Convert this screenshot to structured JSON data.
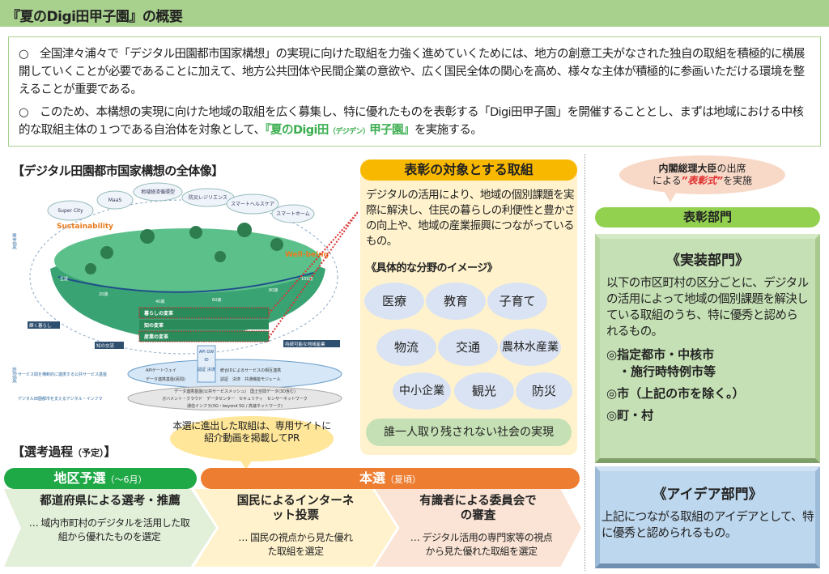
{
  "header": {
    "title": "『夏のDigi田甲子園』の概要"
  },
  "intro": {
    "p1": "○　全国津々浦々で「デジタル田園都市国家構想」の実現に向けた取組を力強く進めていくためには、地方の創意工夫がなされた独自の取組を積極的に横展開していくことが必要であることに加えて、地方公共団体や民間企業の意欲や、広く国民全体の関心を高め、様々な主体が積極的に参画いただける環境を整えることが重要である。",
    "p2a": "○　このため、本構想の実現に向けた地域の取組を広く募集し、特に優れたものを表彰する「Digi田甲子園」を開催することとし、まずは地域における中核的な取組主体の１つである自治体を対象として、",
    "p2b": "『夏のDigi田",
    "p2ruby": "（デジデン）",
    "p2c": "甲子園』",
    "p2d": "を実施する。"
  },
  "vision": {
    "title": "【デジタル田園都市国家構想の全体像】",
    "clouds": [
      "Super City",
      "MaaS",
      "地域経済循環型",
      "防災レジリエンス",
      "スマートヘルスケア",
      "スマートホーム"
    ],
    "sustainability": "Sustainability",
    "wellbeing": "Well-being",
    "ages": [
      "生誕",
      "20歳",
      "40歳",
      "60歳",
      "80歳",
      "100歳"
    ],
    "bands": [
      "暮らしの変革",
      "知の変革",
      "産業の変革"
    ],
    "side_left": "輝く暮らし",
    "side_mid": "知の交流",
    "side_right": "持続可能な地域産業",
    "side_label_top": "競争領域",
    "side_label_bottom": "協調領域",
    "platform_left": "サービス間を横断的に連携する公共サービス基盤",
    "infra_left": "デジタル田園都市を支えるデジタル・インフラ",
    "api": [
      "API GW",
      "ID",
      "認証 決済"
    ],
    "platform": [
      "APIゲートウェイ",
      "データ連携基盤(民間)",
      "統合IDによるサービスの相互連携",
      "認証　決済　共通機能モジュール"
    ],
    "infra": [
      "データ連携基盤(公共サービスメッシュ)　国土空間データ(3D含む)",
      "ガバメント・クラウド　データセンター　セキュリティ　センサーネットワーク",
      "通信インフラ(5G・beyond 5G / 高速ネットワーク)"
    ]
  },
  "target": {
    "title": "表彰の対象とする取組",
    "desc": "デジタルの活用により、地域の個別課題を実際に解決し、住民の暮らしの利便性と豊かさの向上や、地域の産業振興につながっているもの。",
    "subtitle": "《具体的な分野のイメージ》",
    "fields": [
      "医療",
      "教育",
      "子育て",
      "物流",
      "交通",
      "農林水産業",
      "中小企業",
      "観光",
      "防災"
    ],
    "bottom": "誰一人取り残されない社会の実現"
  },
  "awards": {
    "bubble_bold": "内閣総理大臣",
    "bubble_1": "の出席",
    "bubble_2": "による",
    "bubble_red": "”表彰式”",
    "bubble_3": "を実施",
    "section": "表彰部門",
    "impl_title": "《実装部門》",
    "impl_desc": "以下の市区町村の区分ごとに、デジタルの活用によって地域の個別課題を解決している取組のうち、特に優秀と認められるもの。",
    "impl_items": [
      "◎指定都市・中核市",
      "　・施行時特例市等",
      "◎市（上記の市を除く。）",
      "◎町・村"
    ],
    "idea_title": "《アイデア部門》",
    "idea_desc": "上記につながる取組のアイデアとして、特に優秀と認められるもの。"
  },
  "process": {
    "title": "【選考過程",
    "title_sub": "（予定）",
    "title_end": "】",
    "bubble": "本選に進出した取組は、専用サイトに紹介動画を掲載してPR",
    "regional": "地区予選",
    "regional_sub": "（～6月）",
    "final": "本選",
    "final_sub": "（夏頃）",
    "steps": [
      {
        "h": "都道府県による選考・推薦",
        "d": "… 域内市町村のデジタルを活用した取組から優れたものを選定"
      },
      {
        "h": "国民によるインターネット投票",
        "d": "… 国民の視点から見た優れた取組を選定"
      },
      {
        "h": "有識者による委員会での審査",
        "d": "… デジタル活用の専門家等の視点から見た優れた取組を選定"
      }
    ]
  }
}
